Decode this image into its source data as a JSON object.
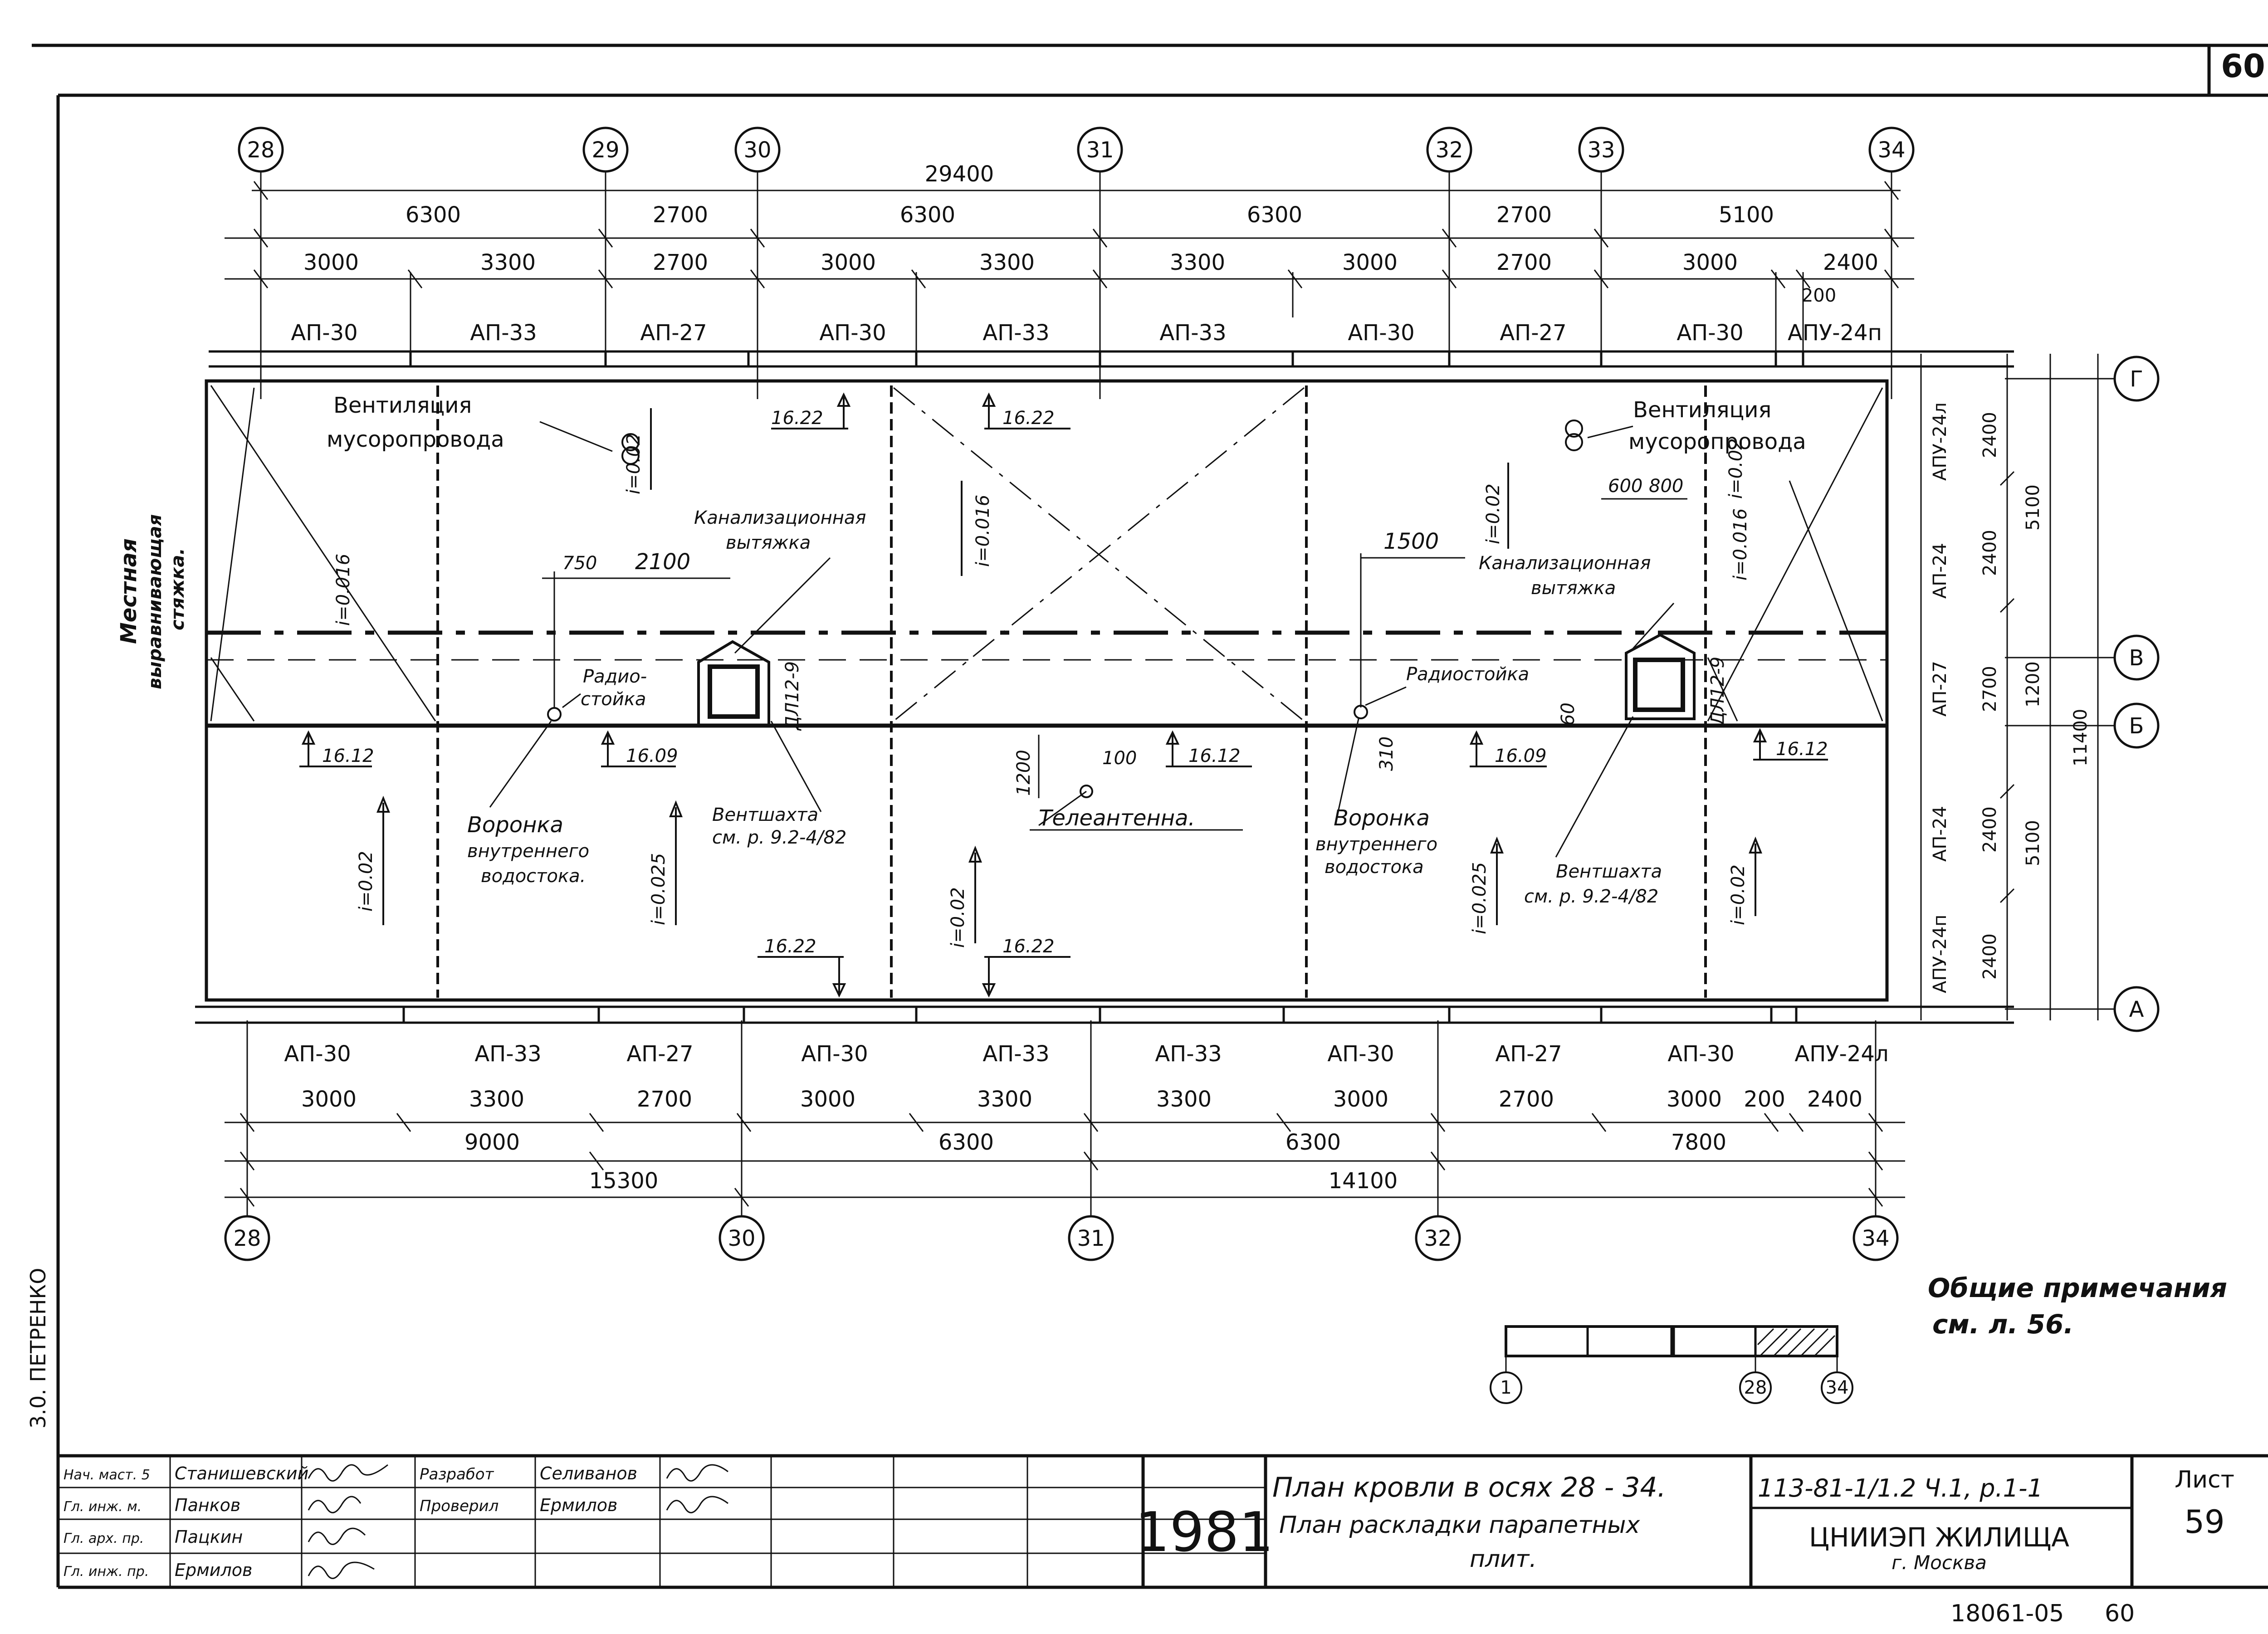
{
  "sheet": {
    "corner_number": "60",
    "left_margin_text": "3.0. ПЕТРЕНКО",
    "general_notes": [
      "Общие примечания",
      "см. л. 56."
    ]
  },
  "axes": {
    "top": [
      "28",
      "29",
      "30",
      "31",
      "32",
      "33",
      "34"
    ],
    "bottom": [
      "28",
      "30",
      "31",
      "32",
      "34"
    ],
    "right": [
      "Г",
      "В",
      "Б",
      "А"
    ]
  },
  "dims": {
    "top_total": "29400",
    "top_row2": [
      "6300",
      "2700",
      "6300",
      "6300",
      "2700",
      "5100"
    ],
    "top_row3": [
      "3000",
      "3300",
      "2700",
      "3000",
      "3300",
      "3300",
      "3000",
      "2700",
      "3000",
      "2400"
    ],
    "top_200": "200",
    "bottom_row1": [
      "3000",
      "3300",
      "2700",
      "3000",
      "3300",
      "3300",
      "3000",
      "2700",
      "3000",
      "200",
      "2400"
    ],
    "bottom_row2": [
      "9000",
      "6300",
      "6300",
      "7800"
    ],
    "bottom_row3": [
      "15300",
      "14100"
    ],
    "right_inner": [
      "2400",
      "2400",
      "2700",
      "2400",
      "2400"
    ],
    "right_mid": [
      "5100",
      "1200",
      "5100"
    ],
    "right_outer": "11400",
    "inner": [
      "750",
      "2100",
      "1500",
      "600",
      "800",
      "1200",
      "100",
      "310",
      "60"
    ]
  },
  "panels": {
    "top": [
      "АП-30",
      "АП-33",
      "АП-27",
      "АП-30",
      "АП-33",
      "АП-33",
      "АП-30",
      "АП-27",
      "АП-30",
      "АПУ-24п"
    ],
    "bottom": [
      "АП-30",
      "АП-33",
      "АП-27",
      "АП-30",
      "АП-33",
      "АП-33",
      "АП-30",
      "АП-27",
      "АП-30",
      "АПУ-24л"
    ],
    "right": [
      "АПУ-24л",
      "АП-24",
      "АП-27",
      "АП-24",
      "АПУ-24п"
    ]
  },
  "marks": [
    "16.22",
    "16.22",
    "16.12",
    "16.09",
    "16.12",
    "16.09",
    "16.12",
    "16.22",
    "16.22"
  ],
  "slopes": [
    "i=0.016",
    "i=0.02",
    "i=0.02",
    "i=0.025",
    "i=0.016",
    "i=0.02",
    "i=0.02",
    "i=0.02",
    "i=0.016",
    "i=0.025",
    "i=0.02"
  ],
  "labels": {
    "vent_left": [
      "Вентиляция",
      "мусоропровода"
    ],
    "vent_right": [
      "Вентиляция",
      "мусоропровода"
    ],
    "sewer_left": [
      "Канализационная",
      "вытяжка"
    ],
    "sewer_right": [
      "Канализационная",
      "вытяжка"
    ],
    "radio_left": [
      "Радио-",
      "стойка"
    ],
    "radio_right": "Радиостойка",
    "funnel_left": [
      "Воронка",
      "внутреннего",
      "водостока."
    ],
    "funnel_right": [
      "Воронка",
      "внутреннего",
      "водостока"
    ],
    "shaft_left": [
      "Вентшахта",
      "см. р. 9.2-4/82"
    ],
    "shaft_right": [
      "Вентшахта",
      "см. р. 9.2-4/82"
    ],
    "antenna": "Телеантенна.",
    "screed": [
      "Местная",
      "выравнивающая",
      "стяжка."
    ],
    "dl_left": "ДЛ12-9",
    "dl_right": "ДЛ12-9"
  },
  "scheme": {
    "labels": [
      "1",
      "28",
      "34"
    ]
  },
  "title_block": {
    "roles": [
      "Нач. маст. 5",
      "Гл. инж. м.",
      "Гл. арх. пр.",
      "Гл. инж. пр."
    ],
    "names": [
      "Станишевский",
      "Панков",
      "Пацкин",
      "Ермилов"
    ],
    "roles2": [
      "Разработ",
      "Проверил"
    ],
    "names2": [
      "Селиванов",
      "Ермилов"
    ],
    "year": "1981",
    "title1": "План кровли в осях 28 - 34.",
    "title2": "План раскладки парапетных",
    "title3": "плит.",
    "code": "113-81-1/1.2 Ч.1, р.1-1",
    "org": "ЦНИИЭП ЖИЛИЩА",
    "city": "г. Москва",
    "sheet_label": "Лист",
    "sheet_no": "59",
    "bottom_code": "18061-05",
    "bottom_num": "60"
  }
}
